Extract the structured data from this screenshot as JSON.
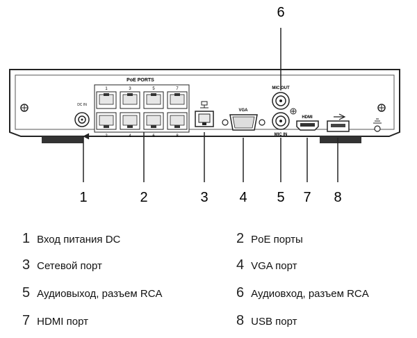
{
  "panel": {
    "dc_label": "DC IN",
    "poe_label": "PoE PORTS",
    "poe_top_numbers": [
      "1",
      "3",
      "5",
      "7"
    ],
    "poe_bottom_numbers": [
      "2",
      "4",
      "6",
      "8"
    ],
    "vga_label": "VGA",
    "mic_out_label": "MIC OUT",
    "mic_in_label": "MIC IN",
    "hdmi_label": "HDMI"
  },
  "callouts": [
    "1",
    "2",
    "3",
    "4",
    "5",
    "7",
    "8"
  ],
  "top_callout": "6",
  "legend": [
    {
      "num": "1",
      "label": "Вход питания DC"
    },
    {
      "num": "2",
      "label": "PoE порты"
    },
    {
      "num": "3",
      "label": "Сетевой порт"
    },
    {
      "num": "4",
      "label": "VGA порт"
    },
    {
      "num": "5",
      "label": "Аудиовыход, разъем RCA"
    },
    {
      "num": "6",
      "label": "Аудиовход, разъем RCA"
    },
    {
      "num": "7",
      "label": "HDMI порт"
    },
    {
      "num": "8",
      "label": "USB порт"
    }
  ],
  "colors": {
    "line": "#222222",
    "panel": "#ffffff",
    "accent": "#444444"
  }
}
